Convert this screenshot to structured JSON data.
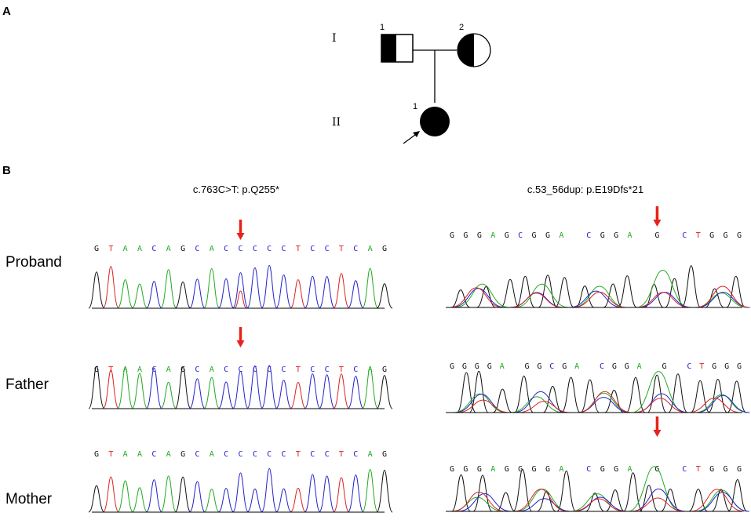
{
  "panels": {
    "a": "A",
    "b": "B"
  },
  "pedigree": {
    "generations": [
      "I",
      "II"
    ],
    "individuals": [
      {
        "id": "I-1",
        "number": "1",
        "sex": "male",
        "status": "carrier"
      },
      {
        "id": "I-2",
        "number": "2",
        "sex": "female",
        "status": "carrier"
      },
      {
        "id": "II-1",
        "number": "1",
        "sex": "female",
        "status": "affected",
        "proband": true
      }
    ]
  },
  "sequencing": {
    "colors": {
      "A": "#22aa22",
      "C": "#2222cc",
      "G": "#111111",
      "T": "#dd2222",
      "arrow": "#e8221b",
      "baseline": "#000000"
    },
    "rows": [
      "Proband",
      "Father",
      "Mother"
    ],
    "mutations": [
      {
        "label": "c.763C>T: p.Q255*",
        "sequence": "GTAACAGCACCCCCTCCTCAG",
        "arrow_index": 10,
        "arrows": [
          true,
          true,
          false
        ]
      },
      {
        "label": "c.53_56dup: p.E19Dfs*21",
        "sequences": [
          "GGGAGCGGA CGGA G CTGGG",
          "GGGGA GGCGA CGGA G CTGGG",
          "GGGAGGGGA CGGA G CTGGG"
        ],
        "arrow_index": 13,
        "arrows": [
          true,
          false,
          true
        ]
      }
    ]
  }
}
